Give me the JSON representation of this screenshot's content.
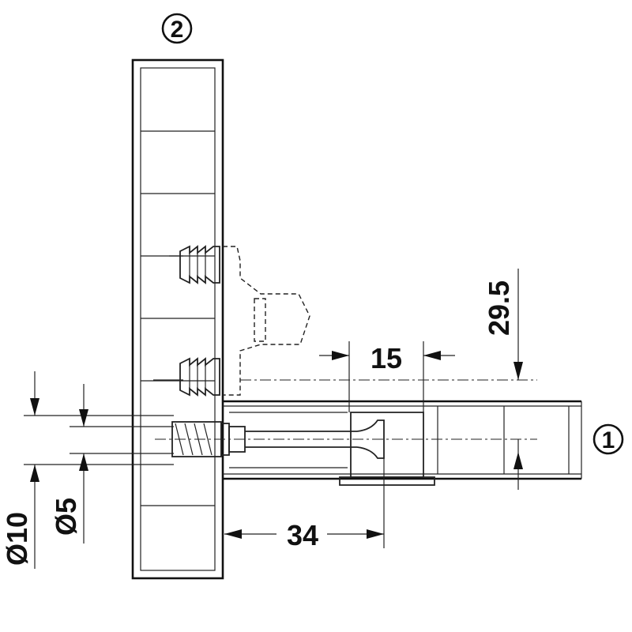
{
  "drawing": {
    "part_callouts": {
      "panel_vertical": "2",
      "panel_horizontal": "1"
    },
    "dimensions": {
      "depth_29_5": "29.5",
      "offset_15": "15",
      "length_34": "34",
      "dia_10": "Ø10",
      "dia_5": "Ø5"
    }
  }
}
